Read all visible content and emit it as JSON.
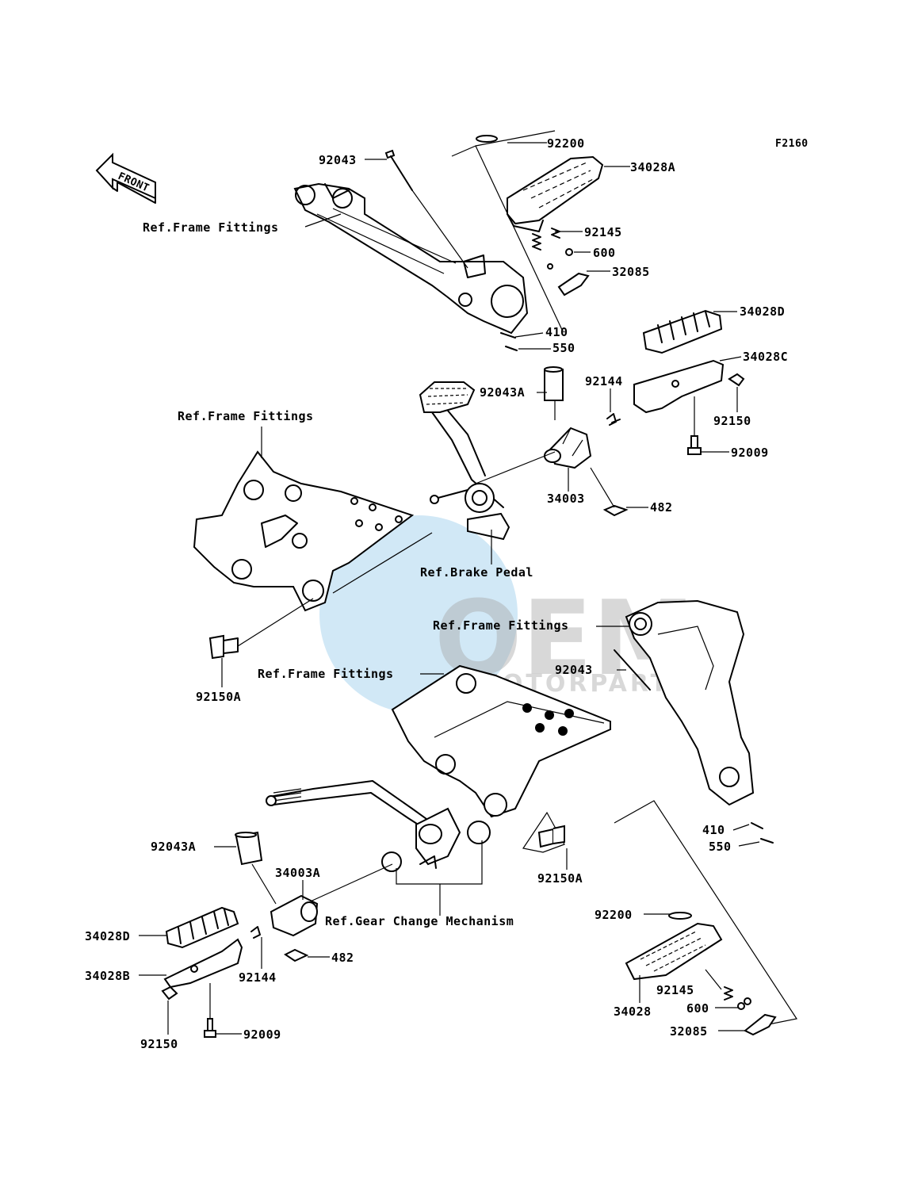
{
  "diagram": {
    "figure_code": "F2160",
    "front_label": "FRONT",
    "watermark": {
      "brand": "OEM",
      "tagline": "MOTORPARTS"
    },
    "labels": {
      "p92043_top": "92043",
      "p92200_top": "92200",
      "p34028A": "34028A",
      "ref_frame_1": "Ref.Frame Fittings",
      "p92145_top": "92145",
      "p600_top": "600",
      "p32085_top": "32085",
      "p34028D_top": "34028D",
      "p410_top": "410",
      "p550_top": "550",
      "p34028C": "34028C",
      "p92043A_top": "92043A",
      "p92144_top": "92144",
      "p92150_right": "92150",
      "p92009_right": "92009",
      "ref_frame_2": "Ref.Frame Fittings",
      "p34003": "34003",
      "p482_top": "482",
      "ref_brake": "Ref.Brake Pedal",
      "ref_frame_3": "Ref.Frame Fittings",
      "p92043_right": "92043",
      "ref_frame_4": "Ref.Frame Fittings",
      "p92150A_left": "92150A",
      "p410_bottom": "410",
      "p550_bottom": "550",
      "p92043A_bottom": "92043A",
      "p34003A": "34003A",
      "p92150A_bottom": "92150A",
      "ref_gear": "Ref.Gear Change Mechanism",
      "p92200_bottom": "92200",
      "p34028D_bottom": "34028D",
      "p482_bottom": "482",
      "p34028B": "34028B",
      "p92144_bottom": "92144",
      "p92145_bottom": "92145",
      "p34028_bottom": "34028",
      "p600_bottom": "600",
      "p32085_bottom": "32085",
      "p92150_bottom": "92150",
      "p92009_bottom": "92009"
    }
  }
}
